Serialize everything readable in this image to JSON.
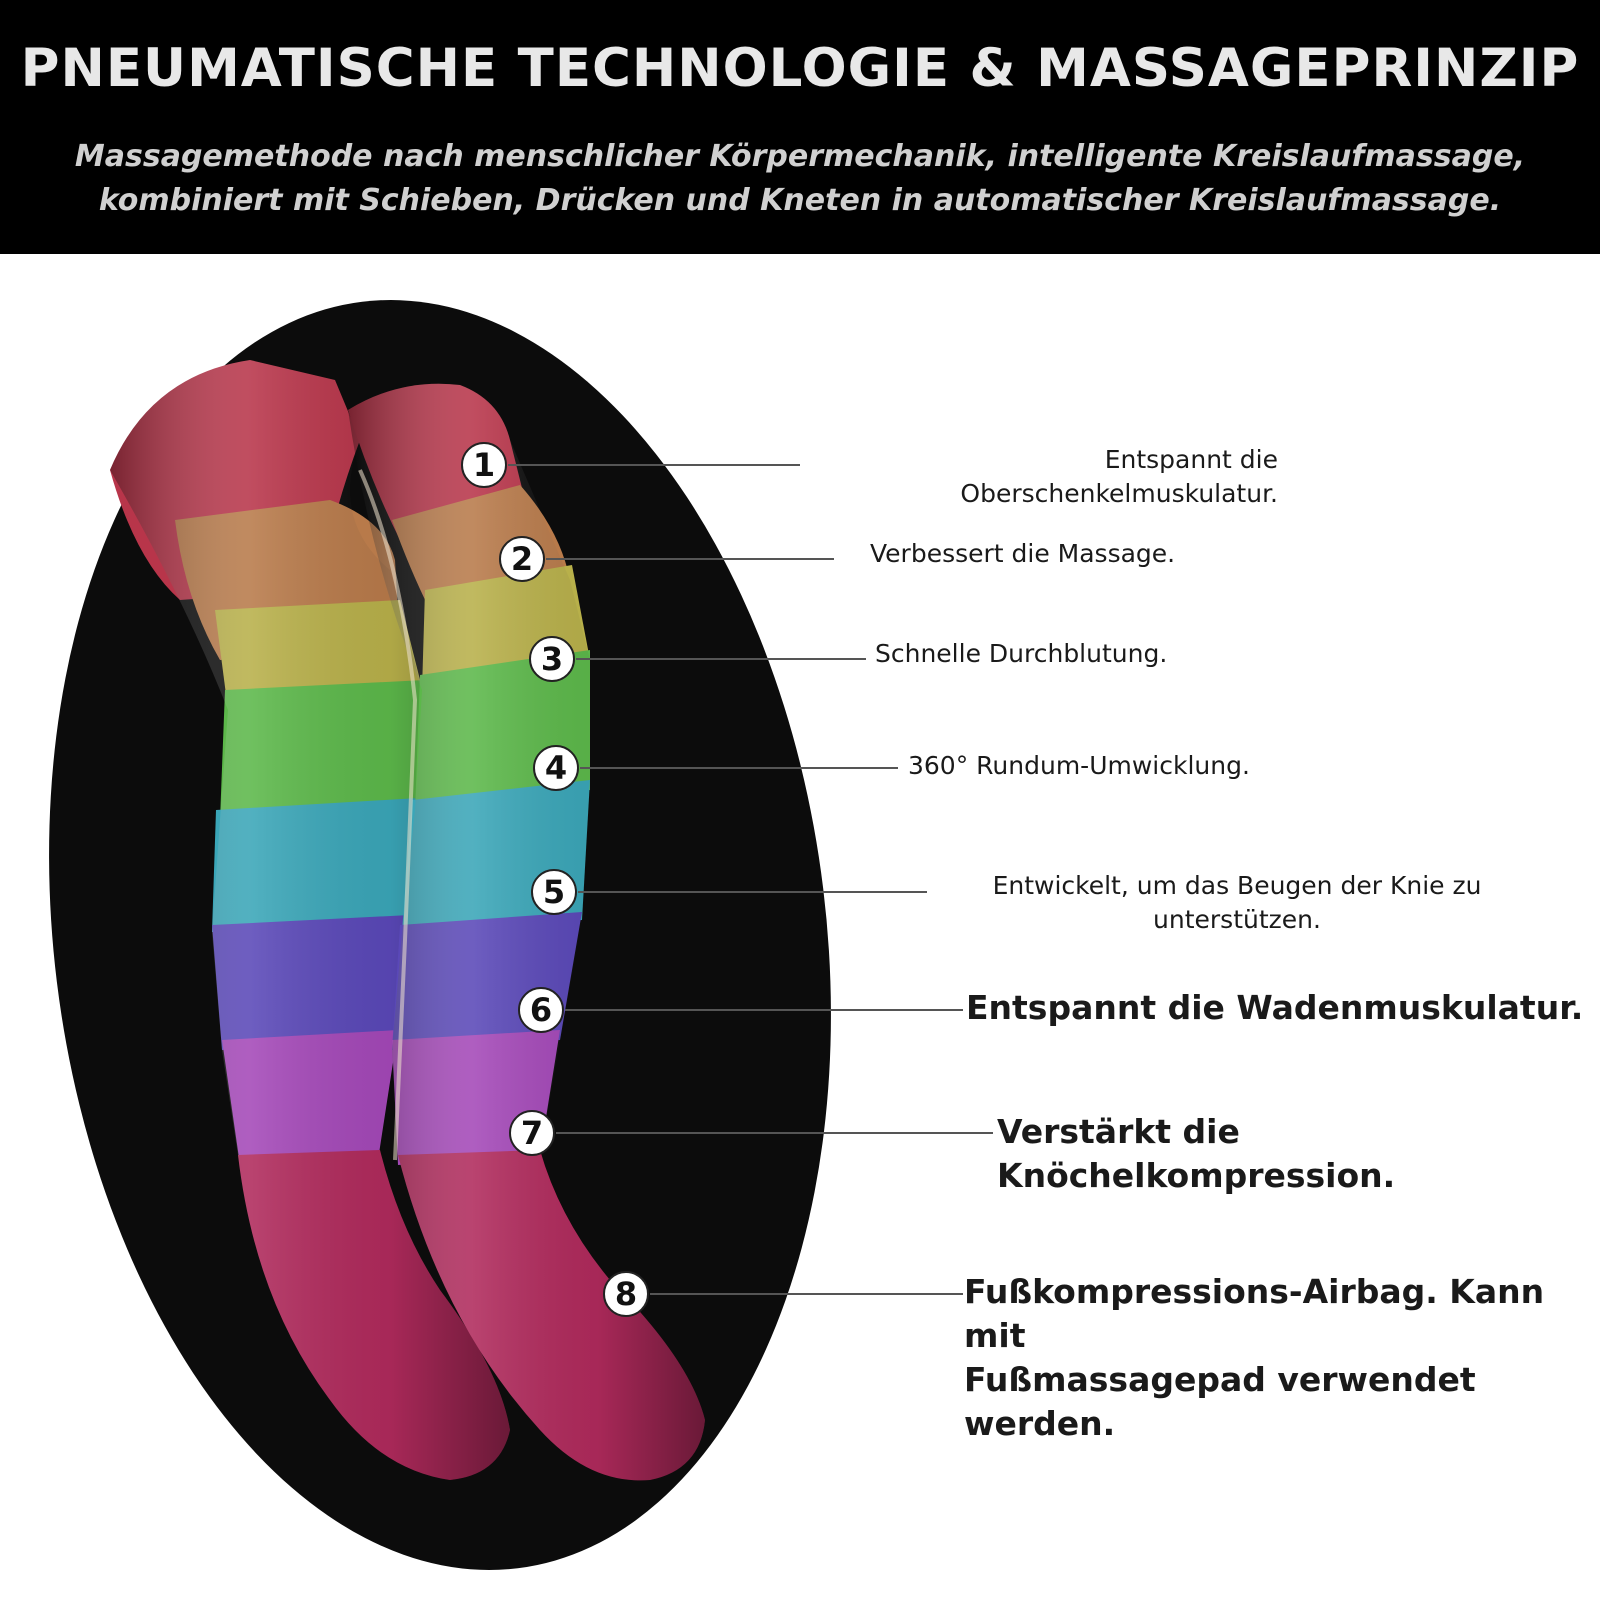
{
  "header": {
    "title": "PNEUMATISCHE TECHNOLOGIE & MASSAGEPRINZIP",
    "subtitle_line1": "Massagemethode nach menschlicher Körpermechanik, intelligente Kreislaufmassage,",
    "subtitle_line2": "kombiniert mit Schieben, Drücken und Kneten in automatischer Kreislaufmassage."
  },
  "colors": {
    "background": "#ffffff",
    "header_bg": "#000000",
    "zone1": "#b8354a",
    "zone2": "#b87a4a",
    "zone3": "#b8b04a",
    "zone4": "#5cb84a",
    "zone5": "#3aa6b8",
    "zone6": "#5a48b8",
    "zone7": "#a448b8",
    "zone8": "#b02a5c"
  },
  "zones": [
    {
      "number": "1",
      "line1": "Entspannt die",
      "line2": "Oberschenkelmuskulatur."
    },
    {
      "number": "2",
      "line1": "Verbessert die Massage.",
      "line2": ""
    },
    {
      "number": "3",
      "line1": "Schnelle Durchblutung.",
      "line2": ""
    },
    {
      "number": "4",
      "line1": "360° Rundum-Umwicklung.",
      "line2": ""
    },
    {
      "number": "5",
      "line1": "Entwickelt, um das Beugen der Knie zu",
      "line2": "unterstützen."
    },
    {
      "number": "6",
      "line1": "Entspannt die Wadenmuskulatur.",
      "line2": ""
    },
    {
      "number": "7",
      "line1": "Verstärkt die",
      "line2": "Knöchelkompression."
    },
    {
      "number": "8",
      "line1": "Fußkompressions-Airbag. Kann mit",
      "line2": "Fußmassagepad verwendet",
      "line3": "werden."
    }
  ]
}
